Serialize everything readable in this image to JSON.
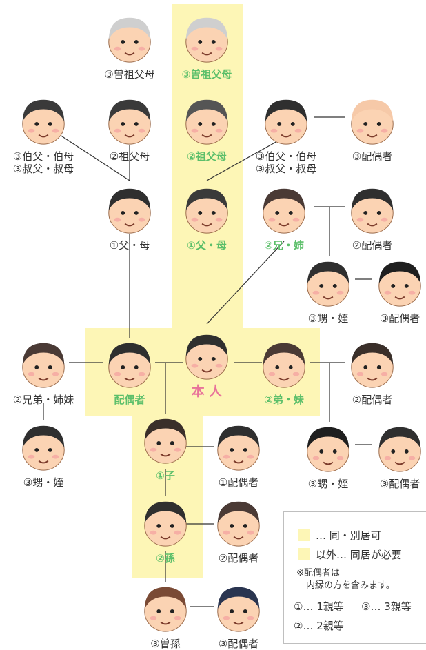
{
  "nodes": [
    {
      "id": "great-grandparents-side",
      "label": "③曽祖父母",
      "style": "normal",
      "hair": "#cfcfcf"
    },
    {
      "id": "great-grandparents-main",
      "label": "③曽祖父母",
      "style": "green",
      "hair": "#cfcfcf"
    },
    {
      "id": "uncle-aunt-left",
      "label": "③伯父・伯母\n③叔父・叔母",
      "style": "normal",
      "hair": "#3a3a3a"
    },
    {
      "id": "grandparents-side",
      "label": "②祖父母",
      "style": "normal",
      "hair": "#3a3a3a"
    },
    {
      "id": "grandparents-main",
      "label": "②祖父母",
      "style": "green",
      "hair": "#555555"
    },
    {
      "id": "uncle-aunt-right",
      "label": "③伯父・伯母\n③叔父・叔母",
      "style": "normal",
      "hair": "#2f2f2f"
    },
    {
      "id": "uncle-aunt-right-spouse",
      "label": "③配偶者",
      "style": "normal",
      "hair": "#f6c9a8"
    },
    {
      "id": "parents-side",
      "label": "①父・母",
      "style": "normal",
      "hair": "#2f2f2f"
    },
    {
      "id": "parents-main",
      "label": "①父・母",
      "style": "green",
      "hair": "#3a3a3a"
    },
    {
      "id": "older-sibling",
      "label": "②兄・姉",
      "style": "green",
      "hair": "#4a3a35"
    },
    {
      "id": "older-sibling-spouse",
      "label": "②配偶者",
      "style": "normal",
      "hair": "#2f2f2f"
    },
    {
      "id": "niece-nephew-upper",
      "label": "③甥・姪",
      "style": "normal",
      "hair": "#2f2f2f"
    },
    {
      "id": "niece-nephew-upper-spouse",
      "label": "③配偶者",
      "style": "normal",
      "hair": "#1f1f1f"
    },
    {
      "id": "spouse-sibling",
      "label": "②兄弟・姉妹",
      "style": "normal",
      "hair": "#4a3a35"
    },
    {
      "id": "spouse",
      "label": "配偶者",
      "style": "green",
      "hair": "#2f2f2f"
    },
    {
      "id": "self",
      "label": "本 人",
      "style": "pink",
      "hair": "#2f2f2f"
    },
    {
      "id": "younger-sibling",
      "label": "②弟・妹",
      "style": "green",
      "hair": "#4a3a35"
    },
    {
      "id": "younger-sibling-spouse",
      "label": "②配偶者",
      "style": "normal",
      "hair": "#3a2f2a"
    },
    {
      "id": "spouse-sibling-child",
      "label": "③甥・姪",
      "style": "normal",
      "hair": "#2f2f2f"
    },
    {
      "id": "child",
      "label": "①子",
      "style": "green",
      "hair": "#3a2f2a"
    },
    {
      "id": "child-spouse",
      "label": "①配偶者",
      "style": "normal",
      "hair": "#2f2f2f"
    },
    {
      "id": "niece-nephew-lower",
      "label": "③甥・姪",
      "style": "normal",
      "hair": "#1f1f1f"
    },
    {
      "id": "niece-nephew-lower-spouse",
      "label": "③配偶者",
      "style": "normal",
      "hair": "#2f2f2f"
    },
    {
      "id": "grandchild",
      "label": "②孫",
      "style": "green",
      "hair": "#2f2f2f"
    },
    {
      "id": "grandchild-spouse",
      "label": "②配偶者",
      "style": "normal",
      "hair": "#4a3a35"
    },
    {
      "id": "great-grandchild",
      "label": "③曽孫",
      "style": "normal",
      "hair": "#7a4a35"
    },
    {
      "id": "great-grandchild-spouse",
      "label": "③配偶者",
      "style": "normal",
      "hair": "#2a3550"
    }
  ],
  "legend": {
    "item1": "… 同・別居可",
    "item2": "以外… 同居が必要",
    "note_line1": "※配偶者は",
    "note_line2": "内縁の方を含みます。",
    "deg1": "①… 1親等",
    "deg3": "③… 3親等",
    "deg2": "②… 2親等"
  },
  "colors": {
    "highlight": "#fdf6b6",
    "green_label": "#5cbf6a",
    "self_label": "#e8739a",
    "skin": "#fbd3b3"
  }
}
